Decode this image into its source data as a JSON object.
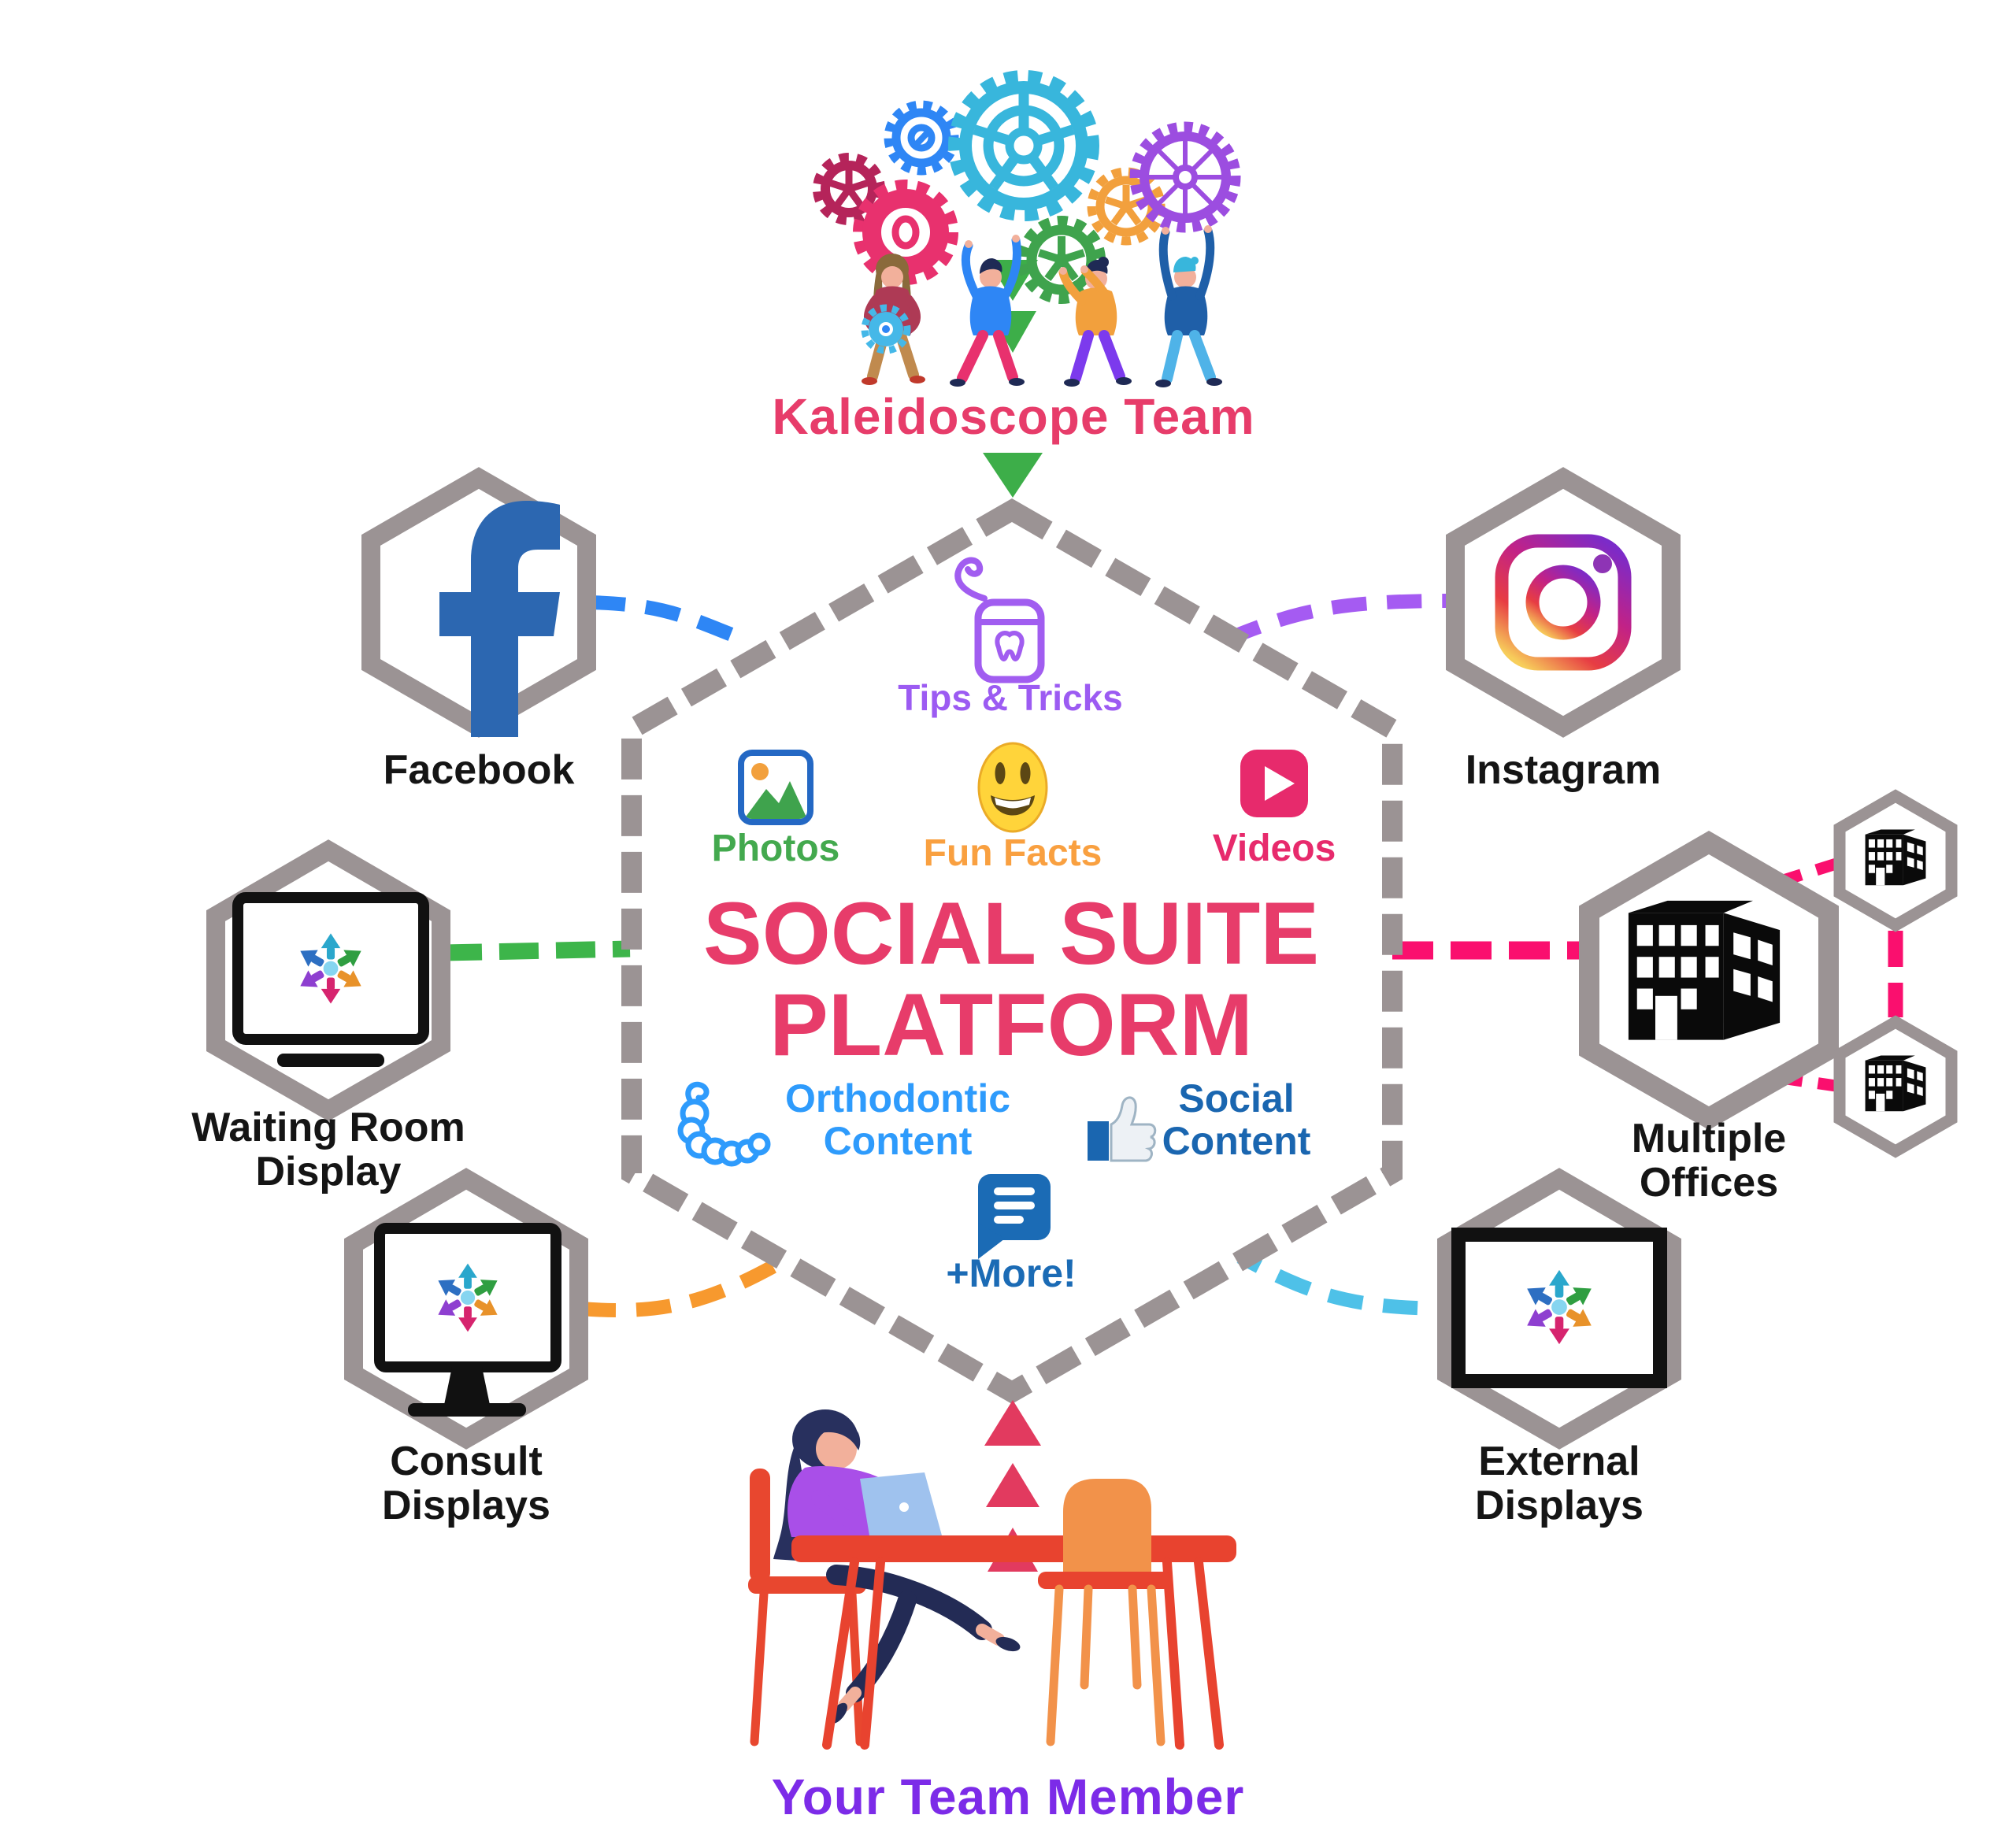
{
  "team": {
    "label": "Kaleidoscope Team"
  },
  "member": {
    "label": "Your Team Member"
  },
  "center": {
    "title_line1": "SOCIAL SUITE",
    "title_line2": "PLATFORM",
    "title_color": "#E73C6A",
    "features": {
      "tips": {
        "label": "Tips & Tricks",
        "color": "#9C5BF2",
        "icon": "dental-floss-icon"
      },
      "photos": {
        "label": "Photos",
        "color": "#43A94E",
        "icon": "photo-icon"
      },
      "fun_facts": {
        "label": "Fun Facts",
        "color": "#F9A040",
        "icon": "smiley-icon"
      },
      "videos": {
        "label": "Videos",
        "color": "#E72A6C",
        "icon": "video-play-icon"
      },
      "orthodontic": {
        "line1": "Orthodontic",
        "line2": "Content",
        "color": "#2E9BFC",
        "icon": "aligner-icon"
      },
      "social": {
        "line1": "Social",
        "line2": "Content",
        "color": "#1A66B0",
        "icon": "thumbs-up-icon"
      },
      "more": {
        "label": "+More!",
        "color": "#1B6BB5",
        "icon": "chat-bubble-icon"
      }
    }
  },
  "nodes": {
    "facebook": {
      "label": "Facebook",
      "icon": "facebook-f-icon",
      "connector_color": "#2E86F5"
    },
    "instagram": {
      "label": "Instagram",
      "icon": "instagram-icon",
      "connector_color": "#A55BF2"
    },
    "waiting_room": {
      "line1": "Waiting Room",
      "line2": "Display",
      "icon": "waiting-room-tv-icon",
      "connector_color": "#3DB54A"
    },
    "multiple_offices": {
      "line1": "Multiple",
      "line2": "Offices",
      "icon": "office-building-icon",
      "connector_color": "#FA0F6E",
      "sub_offices": 2
    },
    "consult": {
      "line1": "Consult",
      "line2": "Displays",
      "icon": "consult-monitor-icon",
      "connector_color": "#F7992E"
    },
    "external": {
      "line1": "External",
      "line2": "Displays",
      "icon": "external-display-icon",
      "connector_color": "#4EC1E8"
    }
  },
  "colors": {
    "hexagon_outline": "#9B9394",
    "team_label": "#E73C6A",
    "member_label": "#7C2BE8",
    "green_flow_arrow": "#3DAE49",
    "pink_flow_arrow": "#E23A5F",
    "facebook_blue": "#2C67B1"
  }
}
